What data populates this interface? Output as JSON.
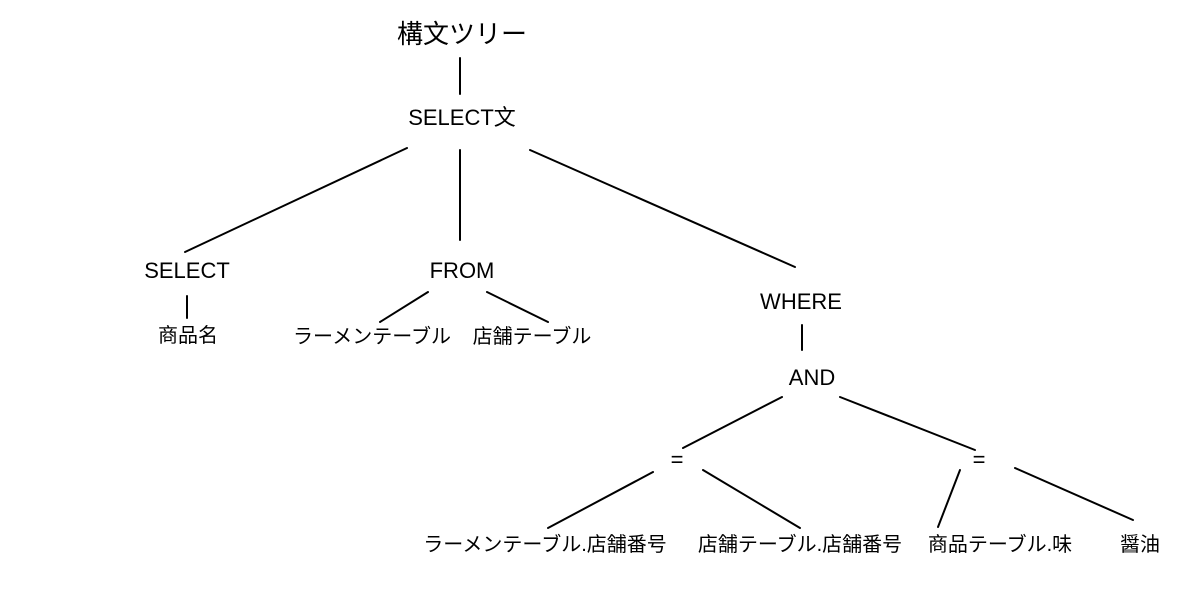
{
  "diagram": {
    "kind": "syntax-tree",
    "colors": {
      "background": "#ffffff",
      "text": "#000000",
      "line": "#000000"
    },
    "nodes": {
      "title": "構文ツリー",
      "select_statement": "SELECT文",
      "select_clause": "SELECT",
      "from_clause": "FROM",
      "where_clause": "WHERE",
      "product_name": "商品名",
      "ramen_table": "ラーメンテーブル",
      "store_table": "店舗テーブル",
      "and_operator": "AND",
      "equals_left": "=",
      "equals_right": "=",
      "ramen_table_store_no": "ラーメンテーブル.店舗番号",
      "store_table_store_no": "店舗テーブル.店舗番号",
      "product_table_taste": "商品テーブル.味",
      "soy_sauce": "醤油"
    },
    "edges": [
      {
        "from": "title",
        "to": "select_statement"
      },
      {
        "from": "select_statement",
        "to": "select_clause"
      },
      {
        "from": "select_statement",
        "to": "from_clause"
      },
      {
        "from": "select_statement",
        "to": "where_clause"
      },
      {
        "from": "select_clause",
        "to": "product_name"
      },
      {
        "from": "from_clause",
        "to": "ramen_table"
      },
      {
        "from": "from_clause",
        "to": "store_table"
      },
      {
        "from": "where_clause",
        "to": "and_operator"
      },
      {
        "from": "and_operator",
        "to": "equals_left"
      },
      {
        "from": "and_operator",
        "to": "equals_right"
      },
      {
        "from": "equals_left",
        "to": "ramen_table_store_no"
      },
      {
        "from": "equals_left",
        "to": "store_table_store_no"
      },
      {
        "from": "equals_right",
        "to": "product_table_taste"
      },
      {
        "from": "equals_right",
        "to": "soy_sauce"
      }
    ]
  }
}
